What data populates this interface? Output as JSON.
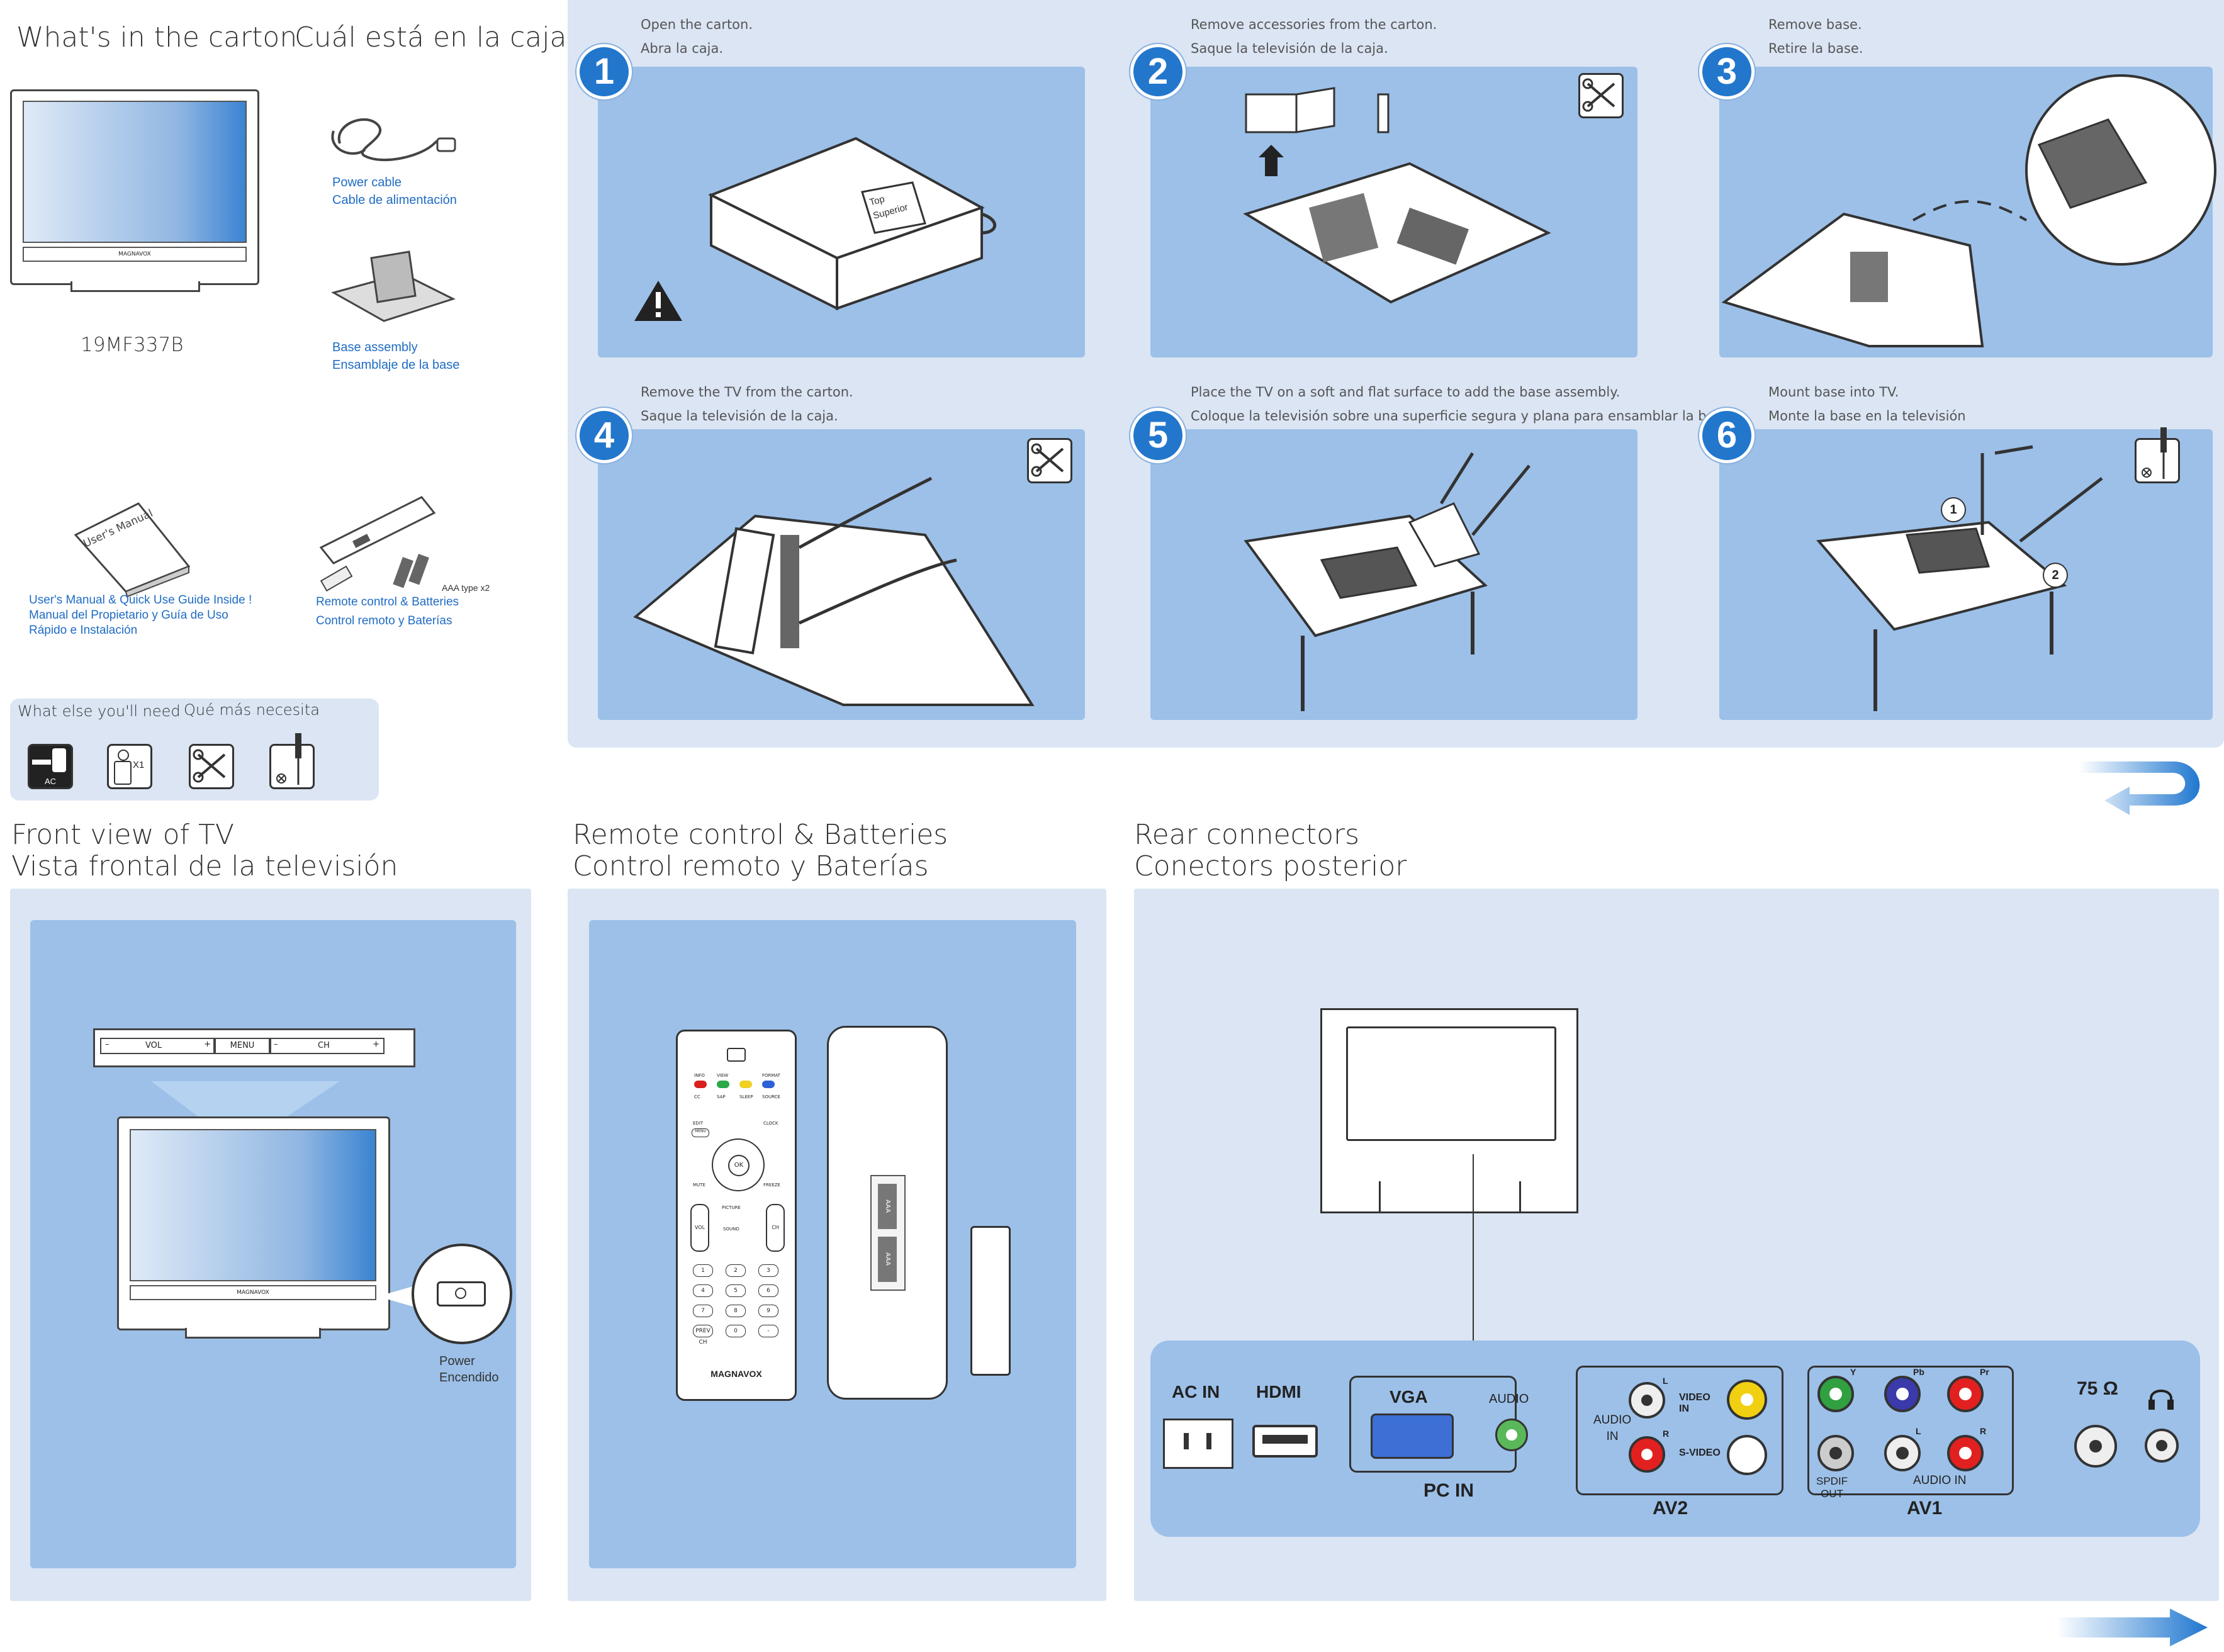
{
  "carton": {
    "title_en": "What's in the carton",
    "title_es": "Cuál está en la caja",
    "model": "19MF337B",
    "tv_brand": "MAGNAVOX",
    "power_cable": [
      "Power cable",
      "Cable de alimentación"
    ],
    "base_assembly": [
      "Base assembly",
      "Ensamblaje de la base"
    ],
    "manual_label": "User's Manual",
    "manual": [
      "User's Manual & Quick Use Guide Inside !",
      "Manual del Propietario y Guía de Uso",
      "Rápido e Instalación"
    ],
    "battery_note": "AAA type x2",
    "remote": [
      "Remote control & Batteries",
      "Control remoto y Baterías"
    ],
    "need_en": "What else you'll need",
    "need_es": "Qué más necesita",
    "need_ac": "AC",
    "need_person": "X1"
  },
  "steps": [
    {
      "num": "1",
      "en": "Open the carton.",
      "es": "Abra la caja.",
      "box_label": [
        "Top",
        "Superior"
      ]
    },
    {
      "num": "2",
      "en": "Remove accessories from the carton.",
      "es": "Saque la televisión de la caja."
    },
    {
      "num": "3",
      "en": "Remove base.",
      "es": "Retire la base."
    },
    {
      "num": "4",
      "en": "Remove the TV from the carton.",
      "es": "Saque la televisión de la caja."
    },
    {
      "num": "5",
      "en": "Place the TV on a soft and flat surface to add the base assembly.",
      "es": "Coloque la televisión sobre una superficie segura y plana para ensamblar la base."
    },
    {
      "num": "6",
      "en": "Mount base into TV.",
      "es": "Monte la base en la televisión",
      "callouts": [
        "1",
        "2"
      ]
    }
  ],
  "front": {
    "title_en": "Front view of TV",
    "title_es": "Vista frontal de la televisión",
    "vol": "VOL",
    "menu": "MENU",
    "ch": "CH",
    "minus": "–",
    "plus": "+",
    "brand": "MAGNAVOX",
    "power": [
      "Power",
      "Encendido"
    ]
  },
  "remote": {
    "title_en": "Remote control & Batteries",
    "title_es": "Control remoto y Baterías",
    "buttons_row1": [
      "INFO",
      "VIEW",
      "",
      "FORMAT"
    ],
    "buttons_row2": [
      "CC",
      "SAP",
      "SLEEP",
      "SOURCE"
    ],
    "edit": "EDIT",
    "menu": "MENU",
    "clock": "CLOCK",
    "ok": "OK",
    "mute": "MUTE",
    "freeze": "FREEZE",
    "picture": "PICTURE",
    "sound": "SOUND",
    "vol": "VOL",
    "ch": "CH",
    "digits": [
      "1",
      "2",
      "3",
      "4",
      "5",
      "6",
      "7",
      "8",
      "9",
      "PREV CH",
      "0",
      "-"
    ],
    "brand": "MAGNAVOX",
    "battery": "AAA"
  },
  "rear": {
    "title_en": "Rear connectors",
    "title_es": "Conectors posterior",
    "ac_in": "AC IN",
    "hdmi": "HDMI",
    "vga": "VGA",
    "audio": "AUDIO",
    "pc_in": "PC IN",
    "av2_audio_in": [
      "AUDIO",
      "IN"
    ],
    "l": "L",
    "r": "R",
    "video_in": [
      "VIDEO",
      "IN"
    ],
    "svideo": "S-VIDEO",
    "av2": "AV2",
    "y": "Y",
    "pb": "Pb",
    "pr": "Pr",
    "spdif": [
      "SPDIF",
      "OUT"
    ],
    "audio_in": "AUDIO IN",
    "av1": "AV1",
    "ohm": "75 Ω"
  },
  "colors": {
    "panel": "#dbe5f4",
    "blue": "#9cc0e8",
    "accent": "#2277cc",
    "text_blue": "#1f6cc4"
  }
}
